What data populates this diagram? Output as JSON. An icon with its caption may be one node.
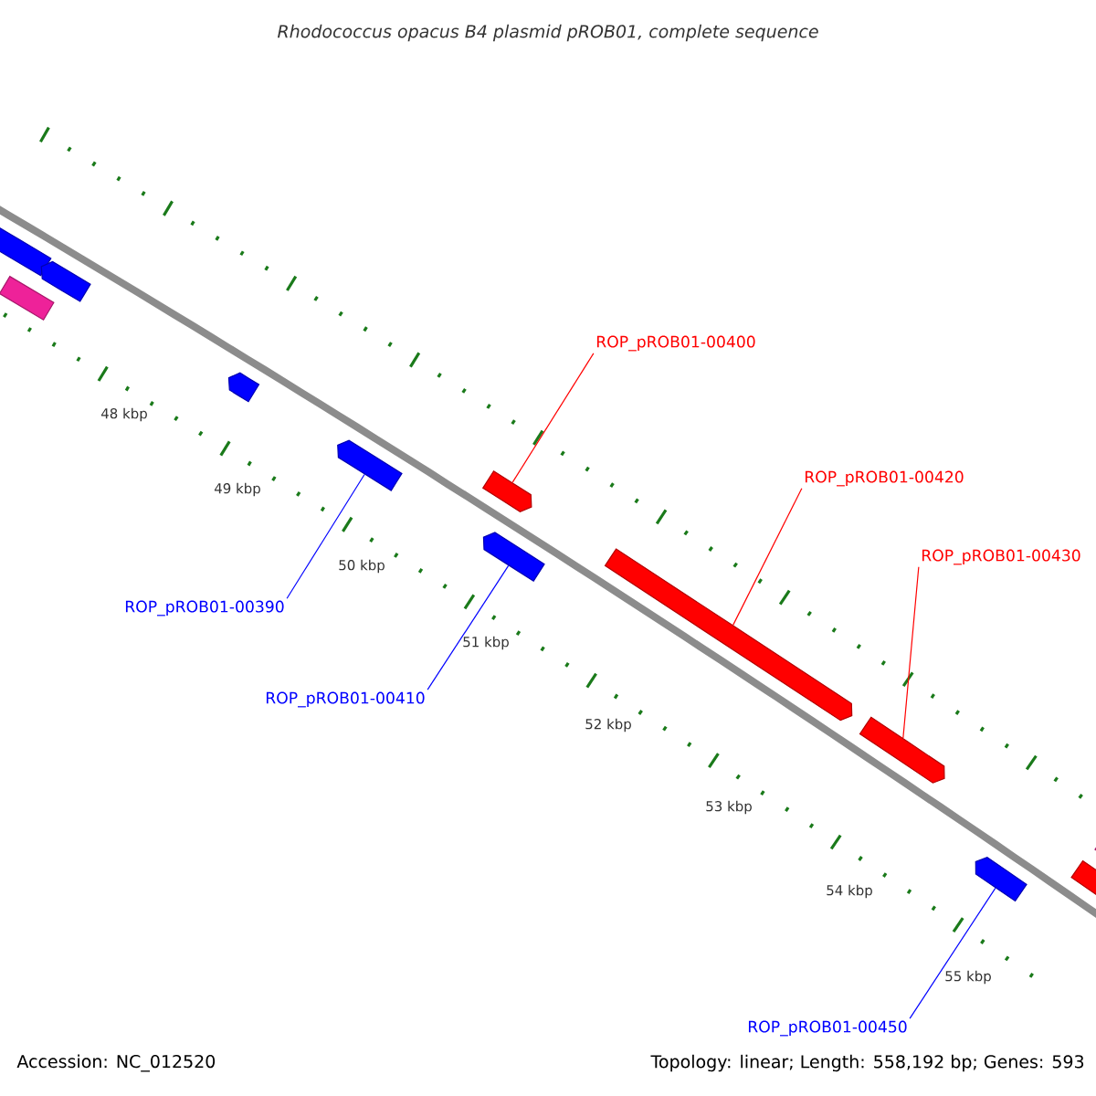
{
  "diagram": {
    "title": "Rhodococcus opacus B4 plasmid pROB01, complete sequence",
    "nodes": [
      {
        "text": [
          "ROP_pROB01-00390"
        ]
      },
      {
        "text": [
          "ROP_pROB01-00400"
        ]
      },
      {
        "text": [
          "ROP_pROB01-00410"
        ]
      },
      {
        "text": [
          "ROP_pROB01-00420"
        ]
      },
      {
        "text": [
          "ROP_pROB01-00430"
        ]
      },
      {
        "text": [
          "ROP_pROB01-00450"
        ]
      },
      {
        "text": [],
        "shape": "bar"
      },
      {
        "text": [],
        "shape": "bar"
      },
      {
        "text": [],
        "shape": "box"
      },
      {
        "text": [],
        "shape": "bar"
      },
      {
        "text": [],
        "shape": "bar"
      },
      {
        "text": [],
        "shape": "bar"
      },
      {
        "text": [],
        "shape": "bar"
      },
      {
        "text": [],
        "shape": "bar"
      },
      {
        "text": [],
        "shape": "bar"
      },
      {
        "text": [],
        "shape": "bar"
      },
      {
        "text": [],
        "shape": "box"
      },
      {
        "text": [],
        "shape": "box"
      }
    ],
    "edges": [
      {
        "from": 0,
        "to": 10,
        "arrow": "none",
        "color": "#0000ff"
      },
      {
        "from": 1,
        "to": 11,
        "arrow": "none",
        "color": "#ff0000"
      },
      {
        "from": 2,
        "to": 12,
        "arrow": "none",
        "color": "#0000ff"
      },
      {
        "from": 3,
        "to": 13,
        "arrow": "none",
        "color": "#ff0000"
      },
      {
        "from": 4,
        "to": 14,
        "arrow": "none",
        "color": "#ff0000"
      },
      {
        "from": 5,
        "to": 15,
        "arrow": "none",
        "color": "#0000ff"
      }
    ],
    "labels": [
      "48 kbp",
      "49 kbp",
      "50 kbp",
      "51 kbp",
      "52 kbp",
      "53 kbp",
      "54 kbp",
      "55 kbp",
      "Accession: NC_012520",
      "Topology: linear; Length: 558,192 bp; Genes: 593"
    ]
  }
}
